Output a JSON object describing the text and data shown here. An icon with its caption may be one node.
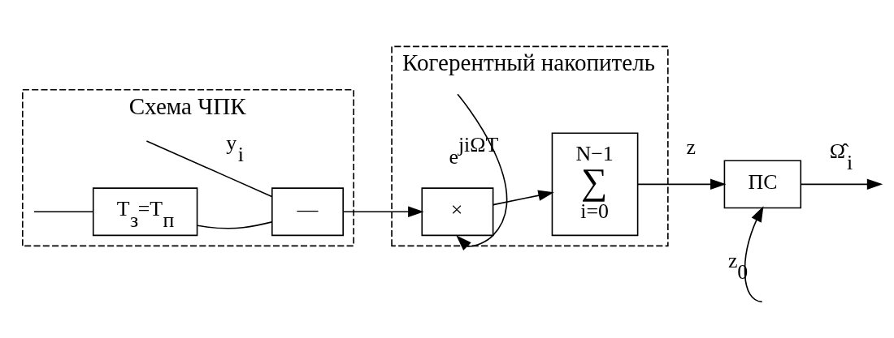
{
  "diagram": {
    "nodes": [
      {
        "text": [
          "Схема ЧПК"
        ]
      },
      {
        "text": [
          "T$_{з}$=T$_{п}$"
        ],
        "in": 0
      },
      {
        "text": [
          "—"
        ],
        "in": 0
      },
      {
        "text": [
          "Когерентный накопитель"
        ]
      },
      {
        "text": [
          "×"
        ],
        "in": 3
      },
      {
        "text": [
          "N−1",
          "∑",
          "i=0"
        ],
        "in": 3
      },
      {
        "text": [
          "ПС"
        ]
      }
    ],
    "edges": [
      {
        "from": null,
        "to": 2,
        "arrow": "none",
        "label": "y$_{i}$"
      },
      {
        "from": null,
        "to": 1,
        "arrow": "none"
      },
      {
        "from": 1,
        "to": 2,
        "arrow": "none"
      },
      {
        "from": 2,
        "to": 4,
        "arrow": "to"
      },
      {
        "from": null,
        "to": 4,
        "arrow": "to",
        "label": "e$^{jiΩT}$"
      },
      {
        "from": 4,
        "to": 5,
        "arrow": "to"
      },
      {
        "from": 5,
        "to": 6,
        "arrow": "to",
        "label": "z"
      },
      {
        "from": null,
        "to": 6,
        "arrow": "to",
        "label": "z$_{0}$"
      },
      {
        "from": 6,
        "to": null,
        "arrow": "to",
        "label": "Ω̂$_{i}$"
      }
    ]
  }
}
